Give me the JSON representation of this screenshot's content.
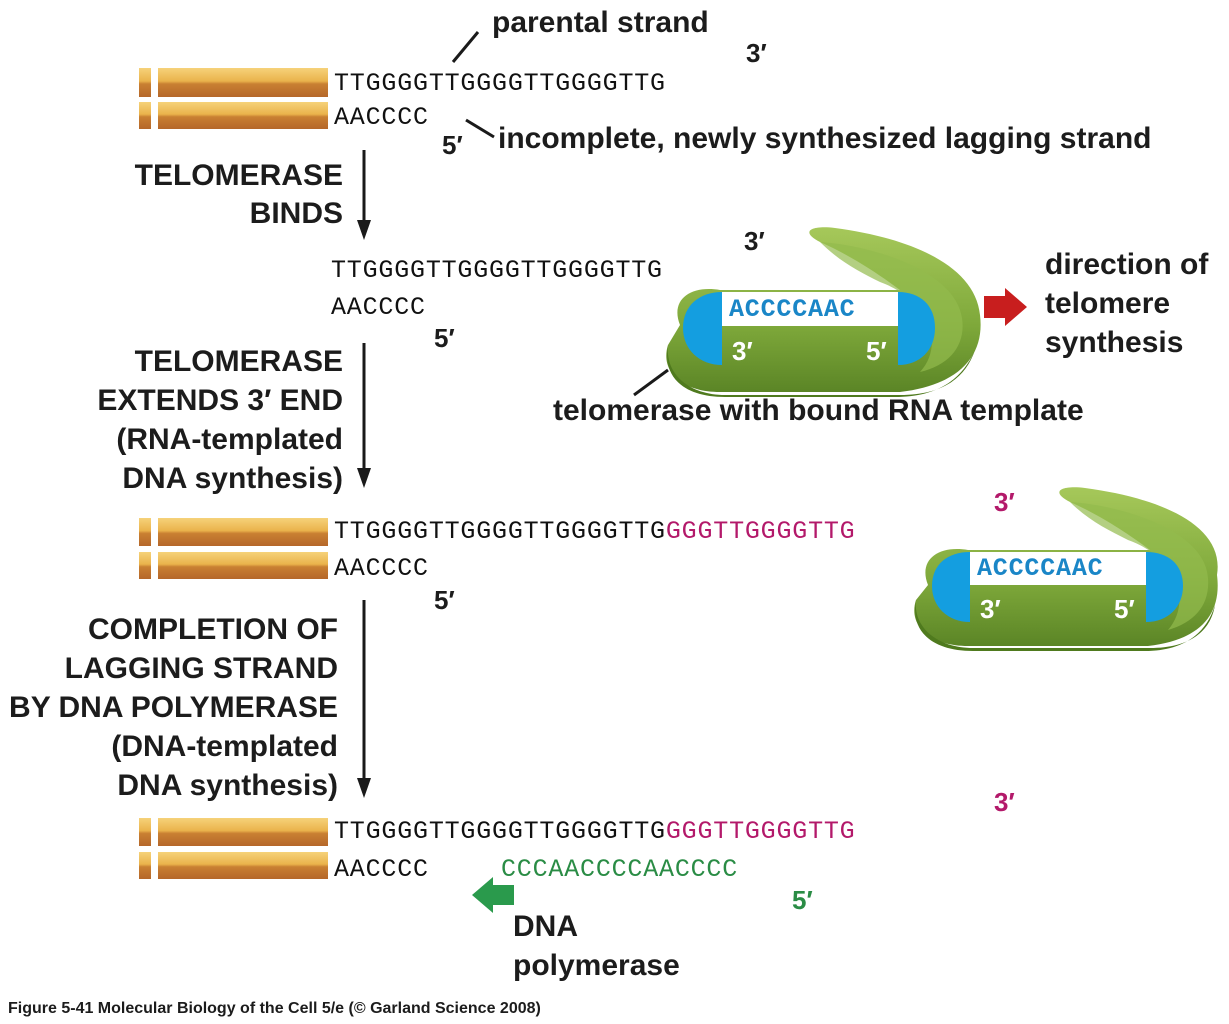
{
  "panel1": {
    "parental_label": "parental strand",
    "top_seq": "TTGGGGTTGGGGTTGGGGTTG",
    "top_prime": "3′",
    "bottom_seq": "AACCCC",
    "bottom_prime": "5′",
    "lagging_label": "incomplete, newly synthesized lagging strand"
  },
  "step1": {
    "line1": "TELOMERASE",
    "line2": "BINDS"
  },
  "panel2": {
    "top_seq": "TTGGGGTTGGGGTTGGGGTTG",
    "top_prime": "3′",
    "bottom_seq": "AACCCC",
    "bottom_prime": "5′",
    "template_seq": "ACCCCAAC",
    "template_left_prime": "3′",
    "template_right_prime": "5′",
    "telomerase_label": "telomerase with bound RNA template",
    "direction_line1": "direction of",
    "direction_line2": "telomere",
    "direction_line3": "synthesis"
  },
  "step2": {
    "line1": "TELOMERASE",
    "line2": "EXTENDS 3′ END",
    "line3": "(RNA-templated",
    "line4": "DNA synthesis)"
  },
  "panel3": {
    "top_seq": "TTGGGGTTGGGGTTGGGGTTG",
    "top_ext": "GGGTTGGGGTTG",
    "top_prime": "3′",
    "bottom_seq": "AACCCC",
    "bottom_prime": "5′",
    "template_seq": "ACCCCAAC",
    "template_left_prime": "3′",
    "template_right_prime": "5′"
  },
  "step3": {
    "line1": "COMPLETION OF",
    "line2": "LAGGING STRAND",
    "line3": "BY DNA POLYMERASE",
    "line4": "(DNA-templated",
    "line5": "DNA synthesis)"
  },
  "panel4": {
    "top_seq": "TTGGGGTTGGGGTTGGGGTTG",
    "top_ext": "GGGTTGGGGTTG",
    "top_prime": "3′",
    "bottom_seq": "AACCCC",
    "bottom_new": "CCCAACCCCAACCCC",
    "bottom_prime": "5′",
    "polymerase_line1": "DNA",
    "polymerase_line2": "polymerase"
  },
  "caption": "Figure 5-41  Molecular Biology of the Cell 5/e (© Garland Science 2008)",
  "colors": {
    "strand_light": "#f1c25a",
    "strand_dark": "#c2782c",
    "telomerase": "#7ea83a",
    "telomerase_dark": "#4f7a1e",
    "rna_pocket": "#149ee0",
    "extension": "#b3196a",
    "new_strand": "#2a8c45",
    "direction_arrow": "#c81e1e",
    "polymerase_arrow": "#2a9a4c"
  }
}
